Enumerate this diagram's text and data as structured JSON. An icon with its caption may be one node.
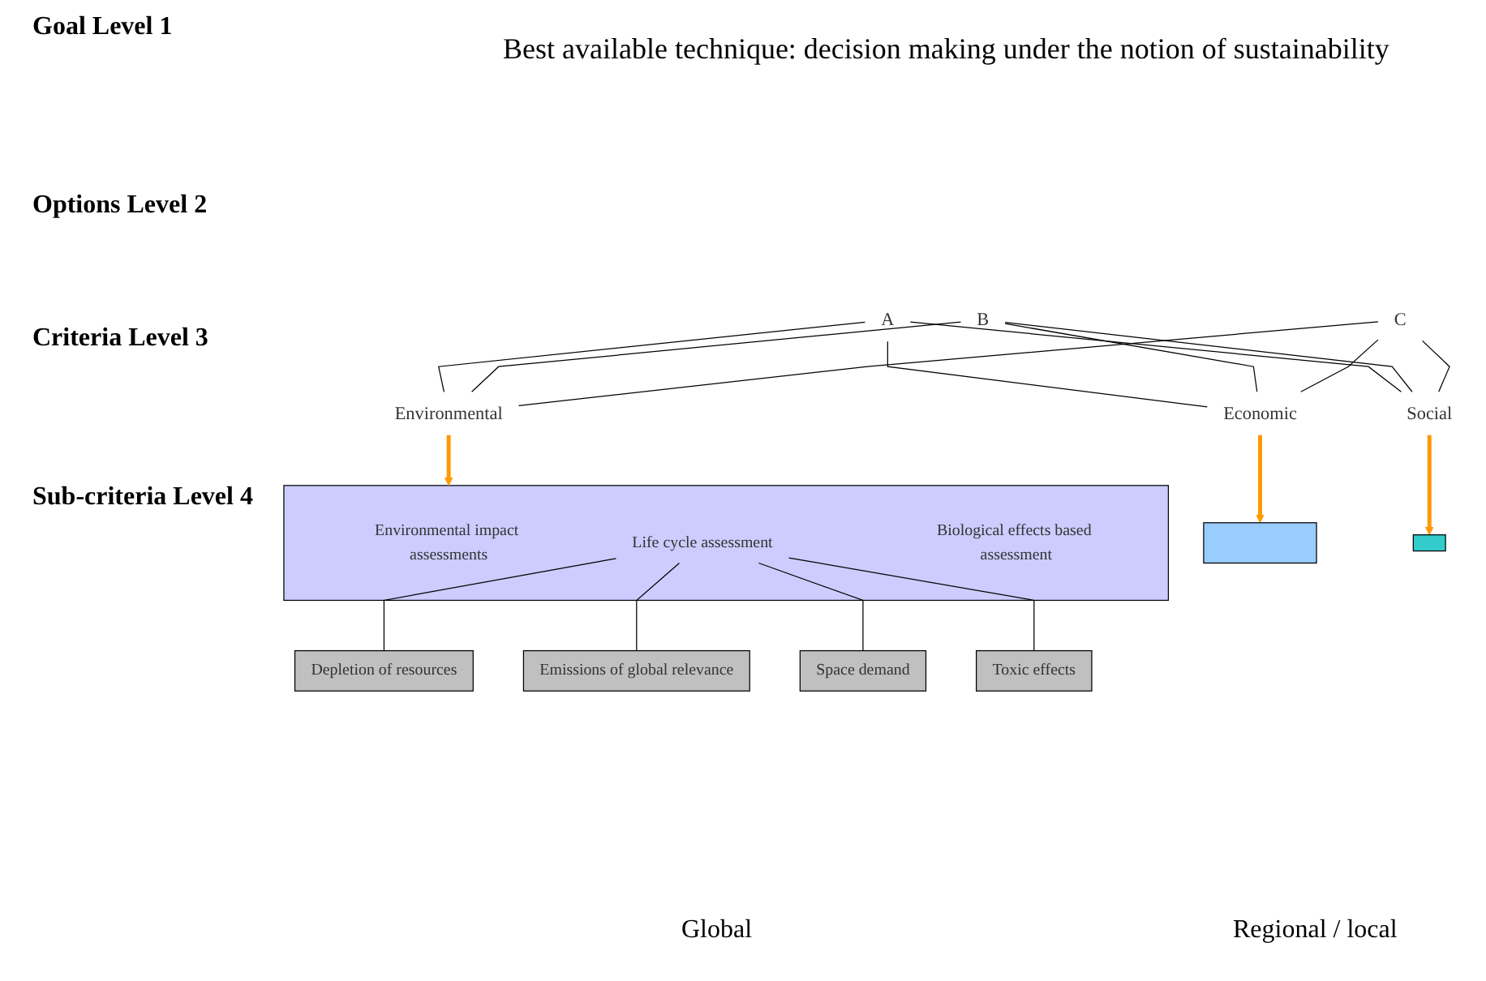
{
  "diagram": {
    "title": "Best available technique: decision making under the notion of sustainability",
    "nodes": [
      {
        "text": [
          "A"
        ]
      },
      {
        "text": [
          "B"
        ]
      },
      {
        "text": [
          "C"
        ]
      },
      {
        "text": [
          "Economic"
        ]
      },
      {
        "text": [
          "Environmental"
        ]
      },
      {
        "text": [
          "Social"
        ]
      },
      {
        "text": [],
        "shape": "box"
      },
      {
        "text": [],
        "shape": "box"
      },
      {
        "text": [
          "Environmental impact assessments"
        ],
        "in": 7
      },
      {
        "text": [
          "Life cycle assessment"
        ],
        "in": 7
      },
      {
        "text": [
          "Biological effects based assessment"
        ],
        "in": 7
      },
      {
        "text": [],
        "shape": "box"
      },
      {
        "text": [
          "Depletion of resources"
        ]
      },
      {
        "text": [
          "Emissions of global relevance"
        ]
      },
      {
        "text": [
          "Space demand"
        ]
      },
      {
        "text": [
          "Toxic effects"
        ]
      }
    ],
    "edges": [
      {
        "from": 0,
        "to": 3,
        "arrow": "none"
      },
      {
        "from": 0,
        "to": 4,
        "arrow": "none"
      },
      {
        "from": 0,
        "to": 5,
        "arrow": "none"
      },
      {
        "from": 1,
        "to": 3,
        "arrow": "none"
      },
      {
        "from": 1,
        "to": 4,
        "arrow": "none"
      },
      {
        "from": 1,
        "to": 5,
        "arrow": "none"
      },
      {
        "from": 2,
        "to": 3,
        "arrow": "none"
      },
      {
        "from": 2,
        "to": 4,
        "arrow": "none"
      },
      {
        "from": 2,
        "to": 5,
        "arrow": "none"
      },
      {
        "from": 3,
        "to": 6,
        "arrow": "to",
        "style": "thick",
        "color": "#ff9900"
      },
      {
        "from": 4,
        "to": 7,
        "arrow": "to",
        "style": "thick",
        "color": "#ff9900"
      },
      {
        "from": 5,
        "to": 11,
        "arrow": "to",
        "style": "thick",
        "color": "#ff9900"
      },
      {
        "from": 9,
        "to": 12,
        "arrow": "none"
      },
      {
        "from": 9,
        "to": 13,
        "arrow": "none"
      },
      {
        "from": 9,
        "to": 14,
        "arrow": "none"
      },
      {
        "from": 9,
        "to": 15,
        "arrow": "none"
      }
    ],
    "labels": [
      "Goal Level 1",
      "Options Level 2",
      "Criteria Level 3",
      "Sub-criteria Level 4",
      "Global",
      "Regional / local"
    ]
  }
}
